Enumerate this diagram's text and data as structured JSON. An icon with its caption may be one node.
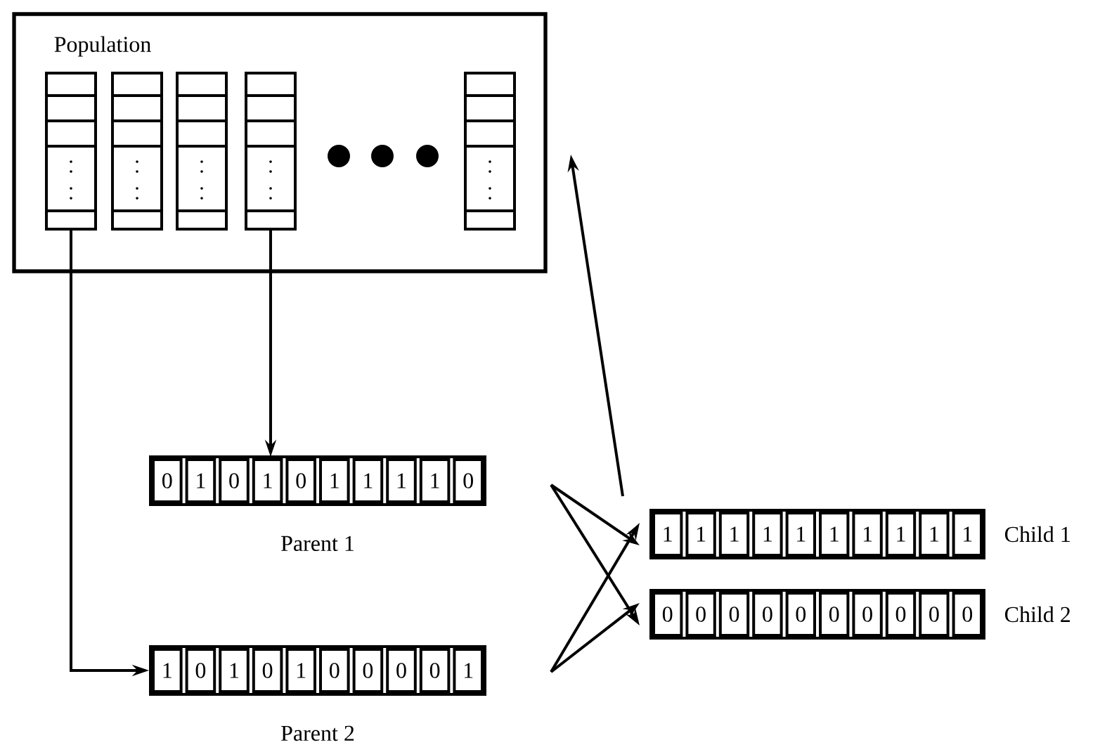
{
  "diagram": {
    "nodes": [
      {
        "text": [
          "Population"
        ]
      },
      {
        "text": [],
        "shape": "bar",
        "in": 0
      },
      {
        "text": [],
        "shape": "bar",
        "in": 0
      },
      {
        "text": [],
        "shape": "bar",
        "in": 0
      },
      {
        "text": [],
        "shape": "bar",
        "in": 0
      },
      {
        "text": [],
        "shape": "bar",
        "in": 0
      },
      {
        "text": [
          "0",
          "1",
          "0",
          "1",
          "0",
          "1",
          "1",
          "1",
          "1",
          "0"
        ],
        "beside": [
          "Parent 1"
        ]
      },
      {
        "text": [
          "1",
          "0",
          "1",
          "0",
          "1",
          "0",
          "0",
          "0",
          "0",
          "1"
        ],
        "beside": [
          "Parent 2"
        ]
      },
      {
        "text": [
          "1",
          "1",
          "1",
          "1",
          "1",
          "1",
          "1",
          "1",
          "1",
          "1"
        ],
        "beside": [
          "Child 1"
        ]
      },
      {
        "text": [
          "0",
          "0",
          "0",
          "0",
          "0",
          "0",
          "0",
          "0",
          "0",
          "0"
        ],
        "beside": [
          "Child 2"
        ]
      }
    ],
    "edges": [
      {
        "from": 1,
        "to": 7,
        "arrow": "to"
      },
      {
        "from": 4,
        "to": 6,
        "arrow": "to"
      },
      {
        "from": 6,
        "to": 8,
        "arrow": "to"
      },
      {
        "from": 6,
        "to": 9,
        "arrow": "to"
      },
      {
        "from": 7,
        "to": 8,
        "arrow": "to"
      },
      {
        "from": 7,
        "to": 9,
        "arrow": "to"
      },
      {
        "from": 8,
        "to": 0,
        "arrow": "to"
      }
    ]
  }
}
